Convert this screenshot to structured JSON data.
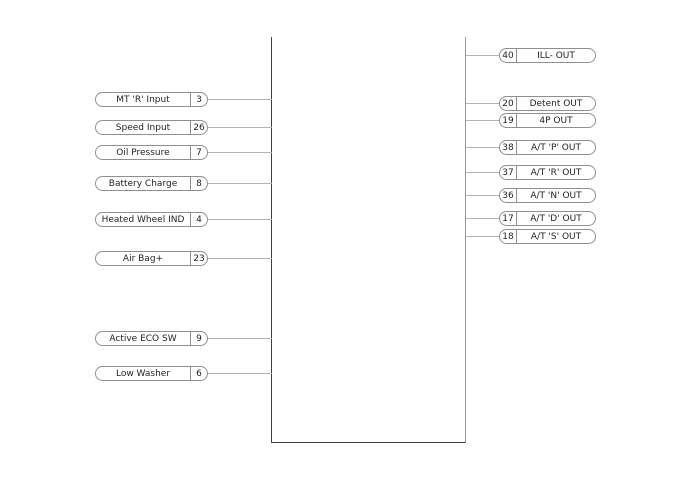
{
  "diagram_type": "connector-pinout-wiring-diagram",
  "colors": {
    "background": "#ffffff",
    "wire": "#b3b3b3",
    "pill_border": "#8f8f8f",
    "box_edge_dark": "#3f3f3f",
    "box_edge_light": "#969696",
    "text": "#1f1f1f"
  },
  "left_pins": [
    {
      "label": "MT 'R' Input",
      "pin": "3"
    },
    {
      "label": "Speed Input",
      "pin": "26"
    },
    {
      "label": "Oil Pressure",
      "pin": "7"
    },
    {
      "label": "Battery Charge",
      "pin": "8"
    },
    {
      "label": "Heated Wheel IND",
      "pin": "4"
    },
    {
      "label": "Air Bag+",
      "pin": "23"
    },
    {
      "label": "Active ECO SW",
      "pin": "9"
    },
    {
      "label": "Low Washer",
      "pin": "6"
    }
  ],
  "right_pins": [
    {
      "pin": "40",
      "label": "ILL- OUT"
    },
    {
      "pin": "20",
      "label": "Detent OUT"
    },
    {
      "pin": "19",
      "label": "4P OUT"
    },
    {
      "pin": "38",
      "label": "A/T 'P' OUT"
    },
    {
      "pin": "37",
      "label": "A/T 'R' OUT"
    },
    {
      "pin": "36",
      "label": "A/T 'N' OUT"
    },
    {
      "pin": "17",
      "label": "A/T 'D' OUT"
    },
    {
      "pin": "18",
      "label": "A/T 'S' OUT"
    }
  ]
}
